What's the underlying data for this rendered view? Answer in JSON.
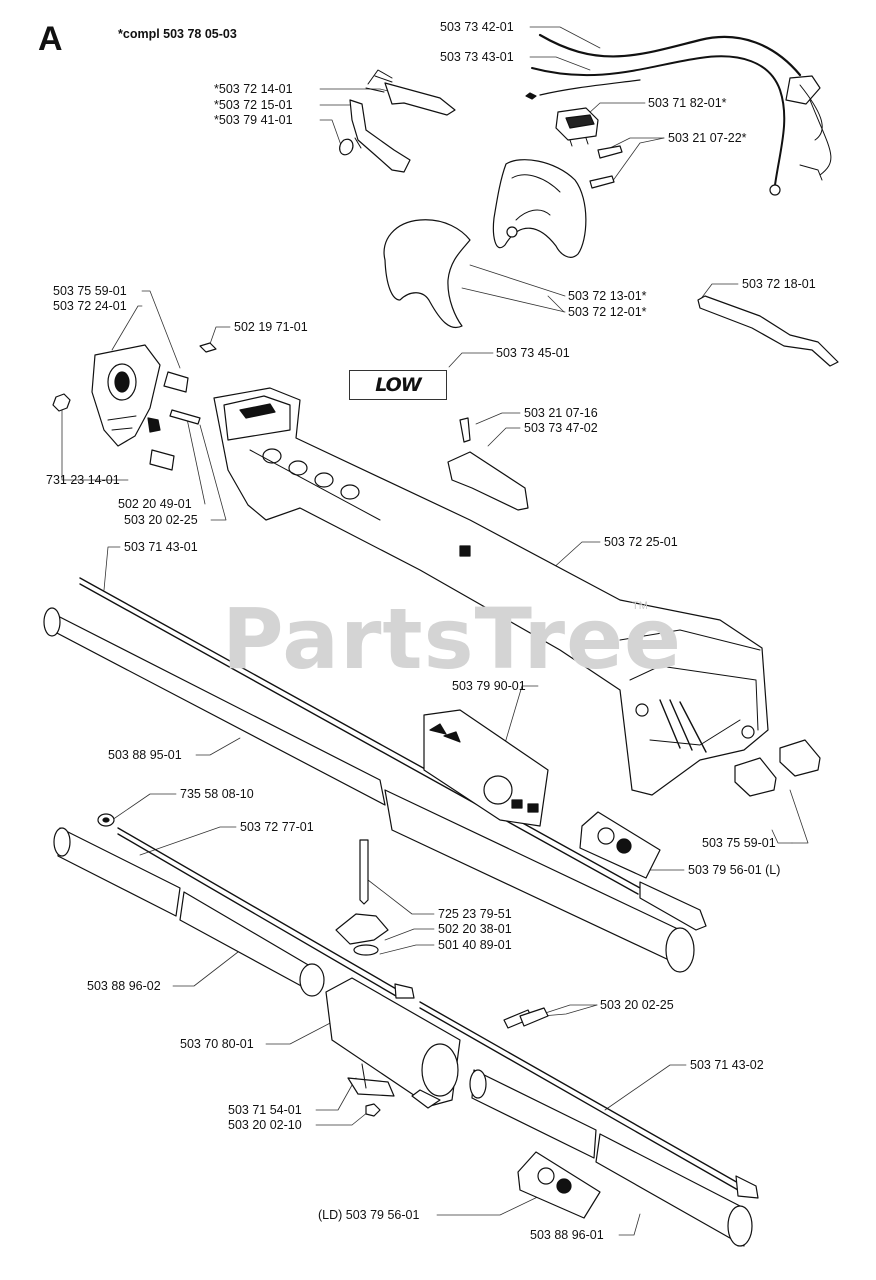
{
  "section_letter": "A",
  "compl_note": "*compl 503 78 05-03",
  "watermark": "PartsTree",
  "trademark": "TM",
  "decal_text": "LOW",
  "parts": [
    {
      "id": "p1",
      "text": "503 73 42-01"
    },
    {
      "id": "p2",
      "text": "503 73 43-01"
    },
    {
      "id": "p3",
      "text": "*503 72 14-01"
    },
    {
      "id": "p4",
      "text": "*503 72 15-01"
    },
    {
      "id": "p5",
      "text": "*503 79 41-01"
    },
    {
      "id": "p6",
      "text": "503 71 82-01*"
    },
    {
      "id": "p7",
      "text": "503 21 07-22*"
    },
    {
      "id": "p8",
      "text": "503 72 18-01"
    },
    {
      "id": "p9",
      "text": "503 72 13-01*"
    },
    {
      "id": "p10",
      "text": "503 72 12-01*"
    },
    {
      "id": "p11",
      "text": "503 75 59-01"
    },
    {
      "id": "p12",
      "text": "503 72 24-01"
    },
    {
      "id": "p13",
      "text": "502 19 71-01"
    },
    {
      "id": "p14",
      "text": "503 73 45-01"
    },
    {
      "id": "p15",
      "text": "503 21 07-16"
    },
    {
      "id": "p16",
      "text": "503 73 47-02"
    },
    {
      "id": "p17",
      "text": "731 23 14-01"
    },
    {
      "id": "p18",
      "text": "502 20 49-01"
    },
    {
      "id": "p19",
      "text": "503 20 02-25"
    },
    {
      "id": "p20",
      "text": "503 71 43-01"
    },
    {
      "id": "p21",
      "text": "503 72 25-01"
    },
    {
      "id": "p22",
      "text": "503 79 90-01"
    },
    {
      "id": "p23",
      "text": "503 88 95-01"
    },
    {
      "id": "p24",
      "text": "735 58 08-10"
    },
    {
      "id": "p25",
      "text": "503 72 77-01"
    },
    {
      "id": "p26",
      "text": "503 75 59-01"
    },
    {
      "id": "p27",
      "text": "503 79 56-01 (L)"
    },
    {
      "id": "p28",
      "text": "725 23 79-51"
    },
    {
      "id": "p29",
      "text": "502 20 38-01"
    },
    {
      "id": "p30",
      "text": "501 40 89-01"
    },
    {
      "id": "p31",
      "text": "503 88 96-02"
    },
    {
      "id": "p32",
      "text": "503 20 02-25"
    },
    {
      "id": "p33",
      "text": "503 70 80-01"
    },
    {
      "id": "p34",
      "text": "503 71 43-02"
    },
    {
      "id": "p35",
      "text": "503 71 54-01"
    },
    {
      "id": "p36",
      "text": "503 20 02-10"
    },
    {
      "id": "p37",
      "text": "(LD) 503 79 56-01"
    },
    {
      "id": "p38",
      "text": "503 88 96-01"
    }
  ]
}
